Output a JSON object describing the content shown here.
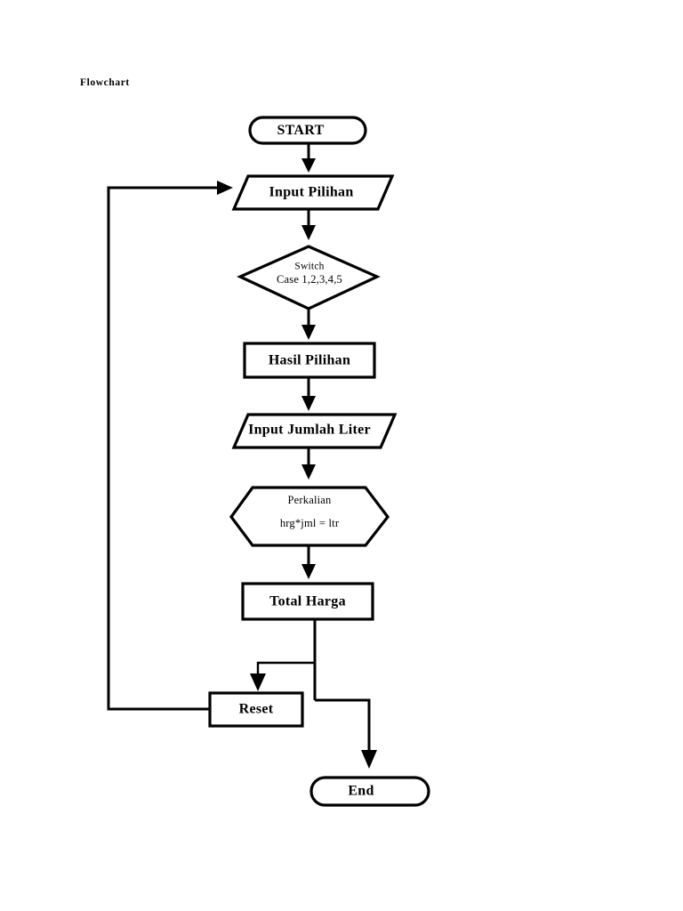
{
  "document": {
    "title": "Flowchart",
    "background_color": "#ffffff",
    "ink_color": "#000000"
  },
  "diagram": {
    "type": "flowchart",
    "orientation": "top-to-bottom",
    "nodes": [
      {
        "id": "start",
        "shape": "terminator",
        "label": "START"
      },
      {
        "id": "input-pilihan",
        "shape": "parallelogram",
        "label": "Input Pilihan"
      },
      {
        "id": "switch",
        "shape": "diamond",
        "label_line1": "Switch",
        "label_line2": "Case 1,2,3,4,5"
      },
      {
        "id": "hasil-pilihan",
        "shape": "rectangle",
        "label": "Hasil Pilihan"
      },
      {
        "id": "input-jumlah",
        "shape": "parallelogram",
        "label": "Input Jumlah Liter"
      },
      {
        "id": "perkalian",
        "shape": "hexagon",
        "label_line1": "Perkalian",
        "label_line2": "hrg*jml = ltr"
      },
      {
        "id": "total-harga",
        "shape": "rectangle",
        "label": "Total Harga"
      },
      {
        "id": "reset",
        "shape": "rectangle",
        "label": "Reset"
      },
      {
        "id": "end",
        "shape": "terminator",
        "label": "End"
      }
    ],
    "edges": [
      {
        "from": "start",
        "to": "input-pilihan",
        "arrow": true
      },
      {
        "from": "input-pilihan",
        "to": "switch",
        "arrow": true
      },
      {
        "from": "switch",
        "to": "hasil-pilihan",
        "arrow": true
      },
      {
        "from": "hasil-pilihan",
        "to": "input-jumlah",
        "arrow": true
      },
      {
        "from": "input-jumlah",
        "to": "perkalian",
        "arrow": true
      },
      {
        "from": "perkalian",
        "to": "total-harga",
        "arrow": true
      },
      {
        "from": "total-harga",
        "to": "reset",
        "arrow": true
      },
      {
        "from": "total-harga",
        "to": "end",
        "arrow": true
      },
      {
        "from": "reset",
        "to": "input-pilihan",
        "arrow": true
      }
    ]
  }
}
